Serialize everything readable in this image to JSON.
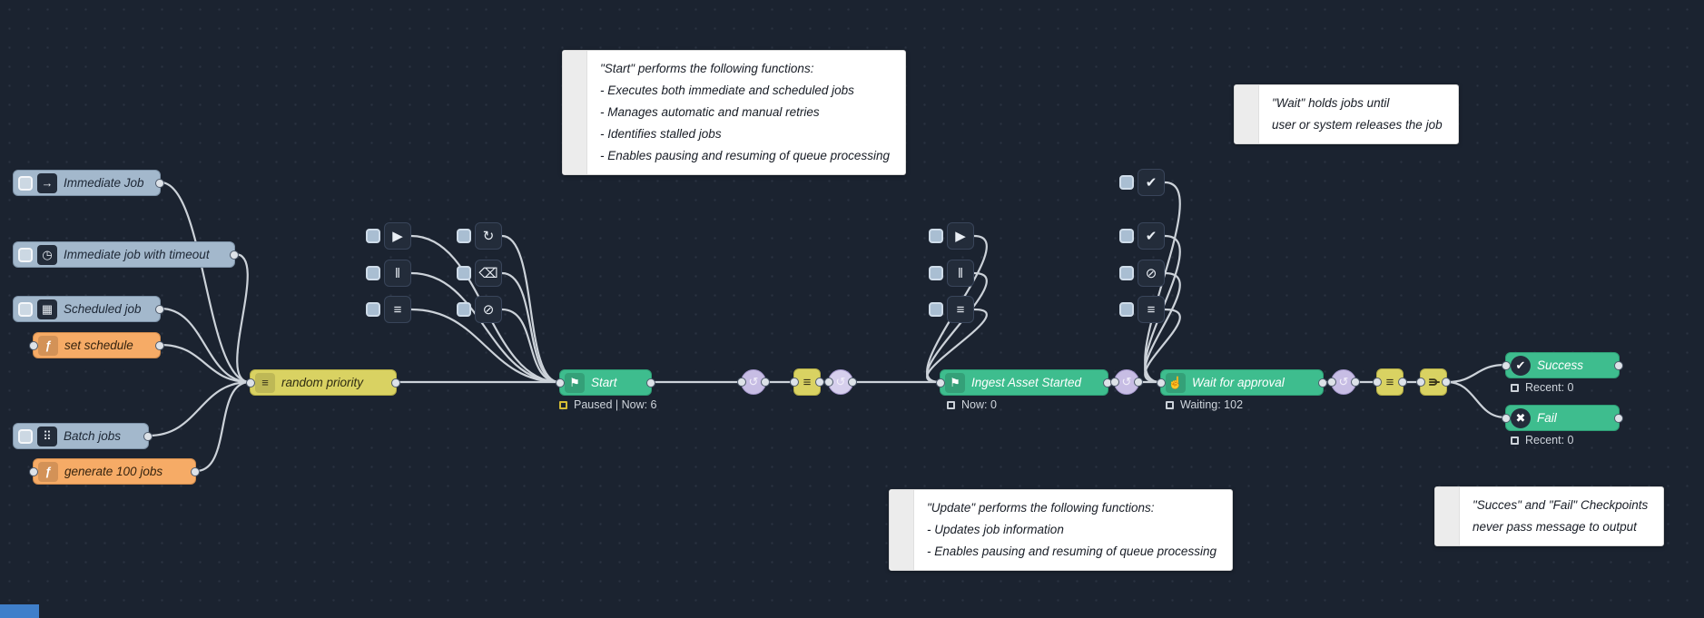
{
  "icons": {
    "inject_arrow": "→",
    "clock": "◷",
    "calendar": "▦",
    "function": "ƒ",
    "batch": "⠿",
    "list": "≡",
    "play": "▶",
    "pause": "‖",
    "refresh": "↻",
    "trash": "⌫",
    "block": "⊘",
    "flag": "⚑",
    "hand": "☝",
    "check": "✔",
    "cross": "✖",
    "branch": "⋔",
    "link": "↺"
  },
  "nodes": {
    "immediate_job": {
      "label": "Immediate Job"
    },
    "immediate_job_timeout": {
      "label": "Immediate job with timeout"
    },
    "scheduled_job": {
      "label": "Scheduled job"
    },
    "set_schedule": {
      "label": "set schedule"
    },
    "batch_jobs": {
      "label": "Batch jobs"
    },
    "generate_100_jobs": {
      "label": "generate 100 jobs"
    },
    "random_priority": {
      "label": "random priority"
    },
    "start": {
      "label": "Start",
      "status": "Paused | Now: 6"
    },
    "ingest_asset_started": {
      "label": "Ingest Asset Started",
      "status": "Now: 0"
    },
    "wait_for_approval": {
      "label": "Wait for approval",
      "status": "Waiting: 102"
    },
    "success": {
      "label": "Success",
      "status": "Recent: 0"
    },
    "fail": {
      "label": "Fail",
      "status": "Recent: 0"
    }
  },
  "comments": {
    "start_info": {
      "lines": [
        "\"Start\" performs the following functions:",
        "- Executes both immediate and scheduled jobs",
        "- Manages automatic and manual retries",
        "- Identifies stalled jobs",
        "- Enables pausing and resuming of queue processing"
      ]
    },
    "wait_info": {
      "lines": [
        "\"Wait\" holds jobs until",
        "user or system releases the job"
      ]
    },
    "update_info": {
      "lines": [
        "\"Update\" performs the following functions:",
        "- Updates job information",
        "- Enables pausing and resuming of queue processing"
      ]
    },
    "checkpoint_info": {
      "lines": [
        "\"Succes\" and \"Fail\" Checkpoints",
        "never pass message to output"
      ]
    }
  },
  "colors": {
    "background": "#1b2330",
    "node_blue": "#a3b8cc",
    "node_orange": "#f6ab66",
    "node_yellow": "#d9d262",
    "node_green": "#3ebd8e",
    "link_purple": "#c7bde4",
    "wire": "#ccd2d9",
    "status_paused_yellow": "#d5bd35",
    "comment_background": "#ffffff"
  }
}
